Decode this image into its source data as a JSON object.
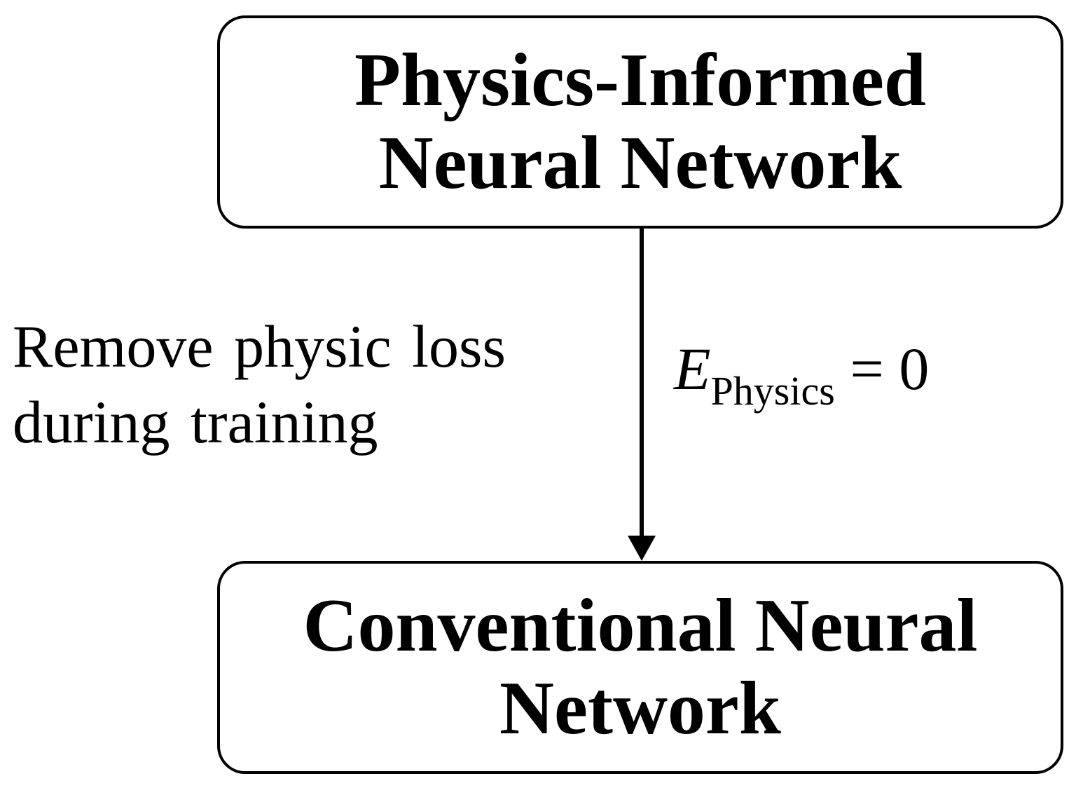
{
  "nodes": {
    "top": {
      "lines": [
        "Physics-Informed",
        "Neural Network"
      ]
    },
    "bottom": {
      "lines": [
        "Conventional Neural",
        "Network"
      ]
    }
  },
  "edge": {
    "label_lines": [
      "Remove physic loss",
      "during training"
    ],
    "equation": {
      "variable": "E",
      "subscript": "Physics",
      "rhs": " = 0"
    }
  }
}
